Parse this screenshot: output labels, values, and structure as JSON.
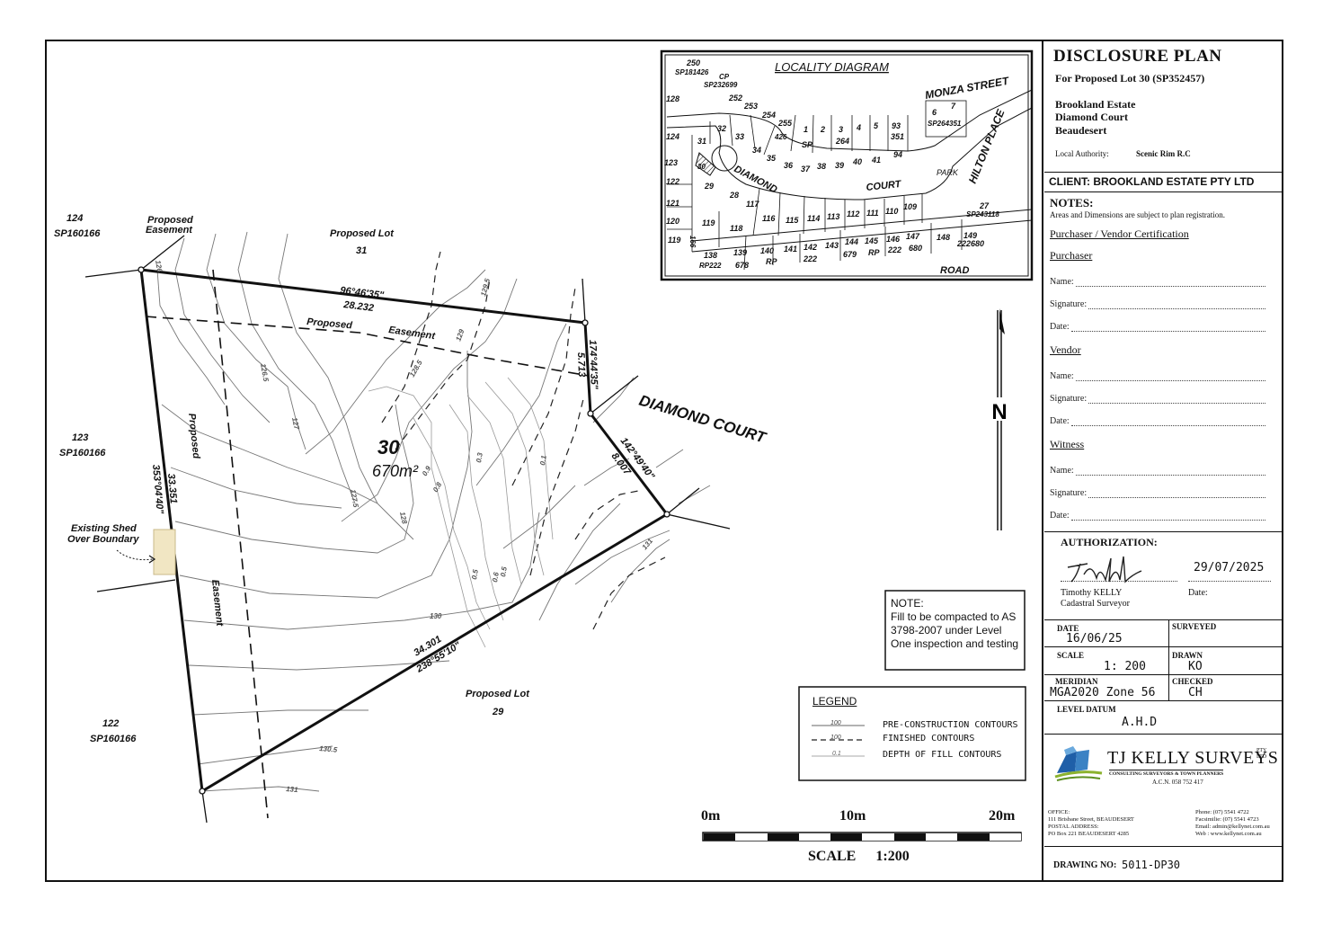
{
  "locality": {
    "title": "LOCALITY DIAGRAM",
    "streets": {
      "monza": "MONZA STREET",
      "hilton": "HILTON PLACE",
      "diamond": "DIAMOND",
      "court": "COURT",
      "road": "ROAD",
      "park": "PARK"
    },
    "labels": {
      "l250": "250",
      "sp181426": "SP181426",
      "cp": "CP",
      "sp232699": "SP232699",
      "l252": "252",
      "l253": "253",
      "l254": "254",
      "l255": "255",
      "l426": "426",
      "l128": "128",
      "l124": "124",
      "l123": "123",
      "l122": "122",
      "l121": "121",
      "l120": "120",
      "l119": "119",
      "l32": "32",
      "l33": "33",
      "l31": "31",
      "l30": "30",
      "l29": "29",
      "l28": "28",
      "l34": "34",
      "l35": "35",
      "l36": "36",
      "l37": "37",
      "l38": "38",
      "l39": "39",
      "l40": "40",
      "l41": "41",
      "l1": "1",
      "l2": "2",
      "l3": "3",
      "l4": "4",
      "l5": "5",
      "l93": "93",
      "l351": "351",
      "l94": "94",
      "l264": "264",
      "sp": "SP",
      "l6": "6",
      "l7": "7",
      "sp264351": "SP264351",
      "l117": "117",
      "l116": "116",
      "l115": "115",
      "l114": "114",
      "l113": "113",
      "l112": "112",
      "l111": "111",
      "l110": "110",
      "l109": "109",
      "l118": "118",
      "l119b": "119",
      "l166": "166",
      "l138": "138",
      "rp222": "RP222",
      "l139": "139",
      "l678": "678",
      "l140": "140",
      "rp": "RP",
      "l141": "141",
      "l142": "142",
      "l222": "222",
      "l143": "143",
      "l144": "144",
      "l679": "679",
      "l145": "145",
      "l146": "146",
      "l147": "147",
      "l680": "680",
      "l148": "148",
      "l149": "149",
      "l222680": "222680",
      "l27": "27",
      "sp243118": "SP243118",
      "rp2": "RP",
      "l222b": "222"
    }
  },
  "plan": {
    "lot_number": "30",
    "lot_area": "670m²",
    "neighbours": {
      "n124": "124",
      "sp124": "SP160166",
      "n123": "123",
      "sp123": "SP160166",
      "n122": "122",
      "sp122": "SP160166",
      "lot31_a": "Proposed Lot",
      "lot31_b": "31",
      "lot29_a": "Proposed Lot",
      "lot29_b": "29"
    },
    "easements": {
      "top_a": "Proposed",
      "top_b": "Easement",
      "mid_a": "Proposed",
      "mid_b": "Easement",
      "left_a": "Proposed",
      "left_b": "Easement"
    },
    "street_name": "DIAMOND COURT",
    "shed_note_a": "Existing Shed",
    "shed_note_b": "Over Boundary",
    "bearings": {
      "top_bearing": "96°46'35\"",
      "top_dist": "28.232",
      "right1_bearing": "174°44'35\"",
      "right1_dist": "5.713",
      "right2_bearing": "142°49'40\"",
      "right2_dist": "8.007",
      "bottom_bearing": "238°55'10\"",
      "bottom_dist": "34.301",
      "left_bearing": "353°04'40\"",
      "left_dist": "33.351"
    },
    "contour_labels": {
      "c1": "126",
      "c2": "126.5",
      "c3": "127",
      "c4": "127.5",
      "c5": "128",
      "c6": "128.5",
      "c7": "129",
      "c8": "129.5",
      "c9": "130",
      "c10": "130.5",
      "c11": "131",
      "c12": "131",
      "f1": "0.3",
      "f2": "0.5",
      "f3": "0.1",
      "f4": "0.9",
      "f5": "0.8",
      "f6": "0.6",
      "f7": "0.5"
    },
    "north": "N",
    "note_title": "NOTE:",
    "note_text": "Fill to be compacted to AS 3798-2007 under Level One inspection and testing",
    "legend_title": "LEGEND",
    "legend": [
      {
        "sample": "100",
        "label": "PRE-CONSTRUCTION CONTOURS"
      },
      {
        "sample": "100",
        "label": "FINISHED CONTOURS"
      },
      {
        "sample": "0.1",
        "label": "DEPTH OF FILL CONTOURS"
      }
    ],
    "scale_ticks": {
      "t0": "0m",
      "t10": "10m",
      "t20": "20m"
    },
    "scale_text": "SCALE",
    "scale_value": "1:200"
  },
  "panel": {
    "title": "DISCLOSURE PLAN",
    "subtitle": "For Proposed Lot 30 (SP352457)",
    "estate": "Brookland Estate",
    "street": "Diamond Court",
    "suburb": "Beaudesert",
    "authority_label": "Local Authority:",
    "authority_value": "Scenic Rim R.C",
    "client": "CLIENT: BROOKLAND ESTATE PTY LTD",
    "notes_title": "NOTES:",
    "notes_text": "Areas and Dimensions are subject to plan registration.",
    "cert_title": "Purchaser / Vendor Certification",
    "purchaser": "Purchaser",
    "vendor": "Vendor",
    "witness": "Witness",
    "name_label": "Name:",
    "signature_label": "Signature:",
    "date_label": "Date:",
    "authorization": "AUTHORIZATION:",
    "auth_date": "29/07/2025",
    "surveyor_name": "Timothy KELLY",
    "surveyor_title": "Cadastral Surveyor",
    "auth_date_label": "Date:",
    "date_title": "DATE",
    "date_value": "16/06/25",
    "surveyed_title": "SURVEYED",
    "scale_title": "SCALE",
    "scale_value": "1: 200",
    "drawn_title": "DRAWN",
    "drawn_value": "KO",
    "meridian_title": "MERIDIAN",
    "meridian_value": "MGA2020 Zone 56",
    "checked_title": "CHECKED",
    "checked_value": "CH",
    "level_title": "LEVEL DATUM",
    "level_value": "A.H.D",
    "company_name": "TJ KELLY SURVEYS",
    "company_suffix": "PTY LTD",
    "company_sub": "CONSULTING SURVEYORS & TOWN PLANNERS",
    "acn": "A.C.N. 058 752 417",
    "office_label": "OFFICE:",
    "office_line": "111 Brisbane Street, BEAUDESERT",
    "postal_label": "POSTAL ADDRESS:",
    "postal_line": "PO Box 221 BEAUDESERT 4285",
    "phone": "Phone: (07) 5541 4722",
    "fax": "Facsimilie: (07) 5541 4723",
    "email": "Email: admin@kellynet.com.au",
    "web": "Web : www.kellynet.com.au",
    "drawing_label": "DRAWING NO:",
    "drawing_value": "5011-DP30"
  }
}
